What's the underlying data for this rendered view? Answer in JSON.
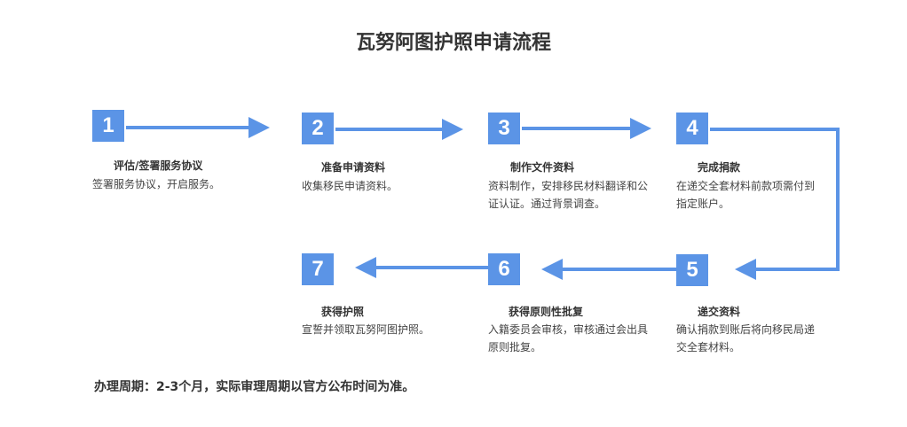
{
  "title": "瓦努阿图护照申请流程",
  "accent_color": "#5b94e6",
  "steps": [
    {
      "number": "1",
      "title": "评估/签署服务协议",
      "desc": "签署服务协议，开启服务。"
    },
    {
      "number": "2",
      "title": "准备申请资料",
      "desc": "收集移民申请资料。"
    },
    {
      "number": "3",
      "title": "制作文件资料",
      "desc": "资料制作，安排移民材料翻译和公证认证。通过背景调查。"
    },
    {
      "number": "4",
      "title": "完成捐款",
      "desc": "在递交全套材料前款项需付到指定账户。"
    },
    {
      "number": "5",
      "title": "递交资料",
      "desc": "确认捐款到账后将向移民局递交全套材料。"
    },
    {
      "number": "6",
      "title": "获得原则性批复",
      "desc": "入籍委员会审核，审核通过会出具原则批复。"
    },
    {
      "number": "7",
      "title": "获得护照",
      "desc": "宣誓并领取瓦努阿图护照。"
    }
  ],
  "note": "办理周期：2-3个月，实际审理周期以官方公布时间为准。"
}
